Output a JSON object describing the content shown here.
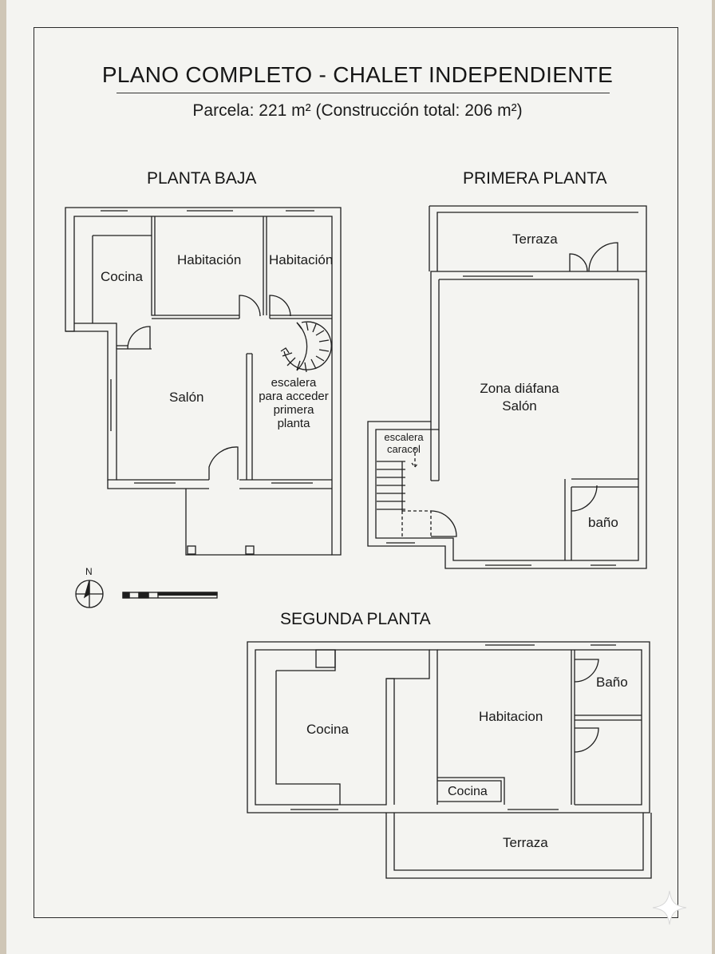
{
  "title": "PLANO COMPLETO - CHALET INDEPENDIENTE",
  "subtitle": "Parcela: 221 m² (Construcción total: 206 m²)",
  "floors": {
    "ground": {
      "name": "PLANTA BAJA",
      "rooms": {
        "kitchen": "Cocina",
        "bedroom1": "Habitación",
        "bedroom2": "Habitación",
        "living": "Salón",
        "stairs_l1": "escalera",
        "stairs_l2": "para acceder",
        "stairs_l3": "primera",
        "stairs_l4": "planta"
      }
    },
    "first": {
      "name": "PRIMERA PLANTA",
      "rooms": {
        "terrace": "Terraza",
        "open_l1": "Zona diáfana",
        "open_l2": "Salón",
        "spiral_l1": "escalera",
        "spiral_l2": "caracol",
        "bathroom": "baño"
      }
    },
    "second": {
      "name": "SEGUNDA PLANTA",
      "rooms": {
        "kitchen": "Cocina",
        "bedroom": "Habitacion",
        "bathroom": "Baño",
        "kitchenette": "Cocina",
        "terrace": "Terraza"
      }
    }
  },
  "north_label": "N",
  "icons": {
    "north": "north-arrow-icon",
    "scale": "scale-bar-icon",
    "brand": "sparkle-icon"
  },
  "colors": {
    "paper": "#f4f4f1",
    "ink": "#1a1a1a",
    "background": "#cfc6b6"
  }
}
